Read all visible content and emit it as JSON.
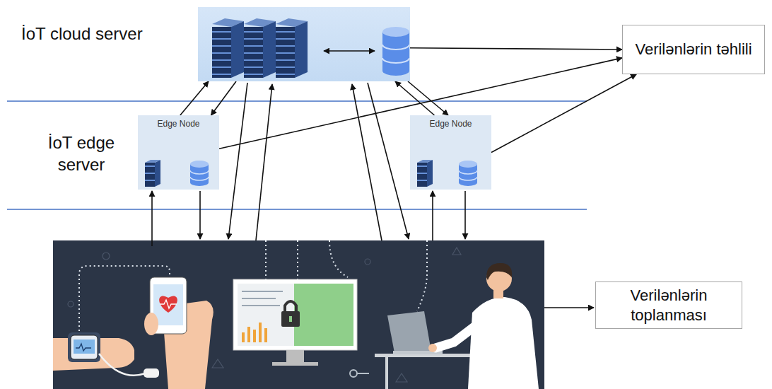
{
  "diagram": {
    "nodes": [
      {
        "text": [
          "İoT cloud server"
        ]
      },
      {
        "text": [
          "Verilənlərin təhlili"
        ]
      },
      {
        "text": [
          "Edge Node"
        ]
      },
      {
        "text": [
          "Edge Node"
        ]
      },
      {
        "text": [
          "Verilənlərin toplanması"
        ]
      }
    ],
    "edges": [
      {
        "from": 0,
        "to": 1,
        "arrow": "to"
      },
      {
        "from": 2,
        "to": 0,
        "arrow": "to"
      },
      {
        "from": 0,
        "to": 2,
        "arrow": "to"
      },
      {
        "from": 3,
        "to": 0,
        "arrow": "to"
      },
      {
        "from": 0,
        "to": 3,
        "arrow": "to"
      },
      {
        "from": 2,
        "to": 1,
        "arrow": "to"
      },
      {
        "from": 3,
        "to": 1,
        "arrow": "to"
      }
    ],
    "labels": [
      "İoT edge server"
    ]
  }
}
